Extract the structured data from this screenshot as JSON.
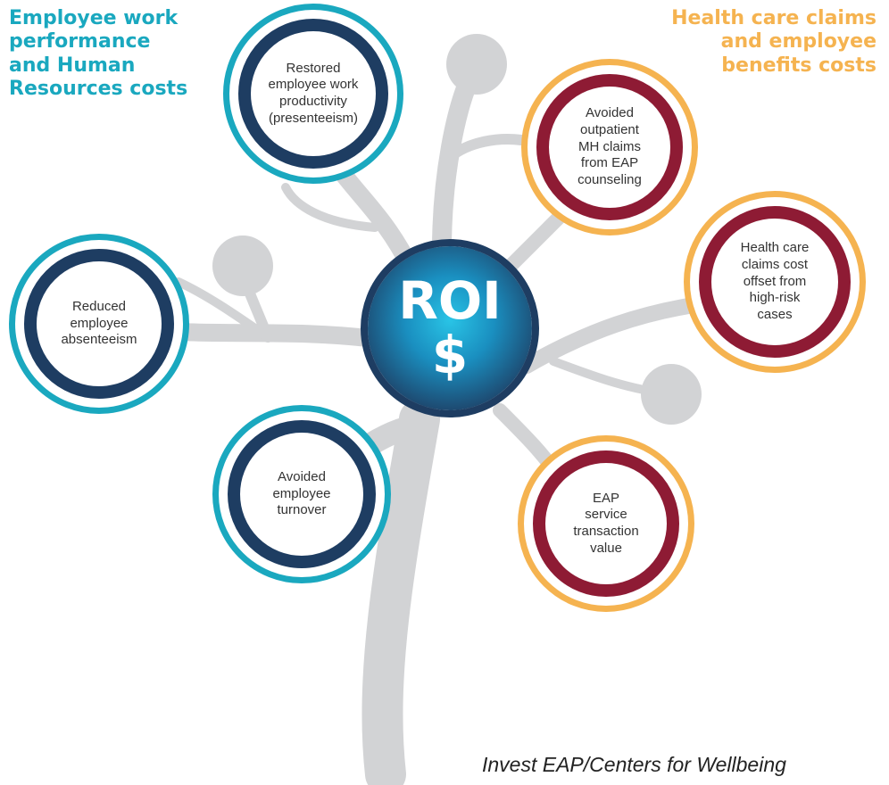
{
  "colors": {
    "teal": "#1aa8bf",
    "navy": "#1e3d62",
    "orange": "#f5b350",
    "maroon": "#8e1b34",
    "branch": "#d2d3d5",
    "roi_center": "#1aa0c8"
  },
  "headings": {
    "left": "Employee work\nperformance\nand Human\nResources costs",
    "right": "Health care claims\nand employee\nbenefits costs"
  },
  "center": {
    "line1": "ROI",
    "line2": "$"
  },
  "bubbles": {
    "presenteeism": "Restored\nemployee work\nproductivity\n(presenteeism)",
    "absenteeism": "Reduced\nemployee\nabsenteeism",
    "turnover": "Avoided\nemployee\nturnover",
    "outpatient": "Avoided\noutpatient\nMH claims\nfrom EAP\ncounseling",
    "claims_offset": "Health care\nclaims cost\noffset from\nhigh-risk\ncases",
    "eap_value": "EAP\nservice\ntransaction\nvalue"
  },
  "credit": "Invest EAP/Centers for Wellbeing"
}
